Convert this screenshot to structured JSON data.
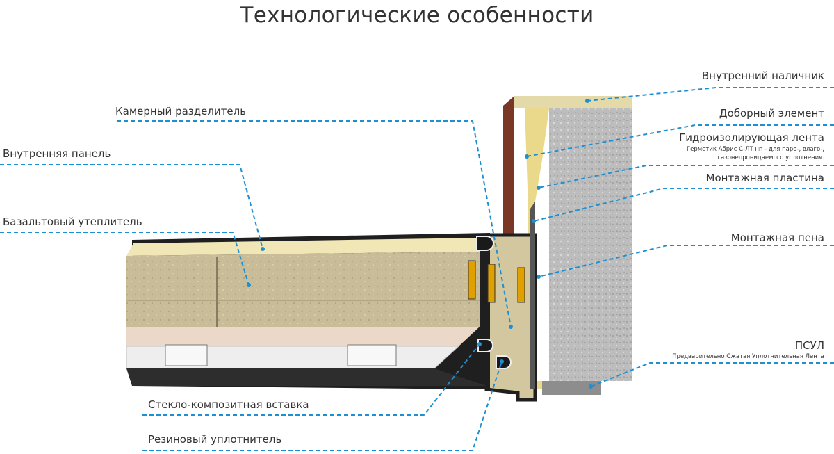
{
  "title": "Технологические особенности",
  "labels": {
    "inner_casing": "Внутренний наличник",
    "chamber_divider": "Камерный разделитель",
    "extra_element": "Доборный элемент",
    "waterproof_tape": "Гидроизолирующая лента",
    "waterproof_note_line1": "Герметик Абрис С-ЛТ нп - для паро-, влаго-,",
    "waterproof_note_line2": "газонепроницаемого уплотнения.",
    "inner_panel": "Внутренняя панель",
    "mounting_plate": "Монтажная пластина",
    "basalt_insulation": "Базальтовый утеплитель",
    "mounting_foam": "Монтажная пена",
    "psul": "ПСУЛ",
    "psul_note": "Предварительно Сжатая Уплотнительная Лента",
    "glass_insert": "Стекло-композитная вставка",
    "rubber_seal": "Резиновый уплотнитель"
  },
  "colors": {
    "leader": "#1e8fd0",
    "concrete": "#b9b9b9",
    "foam": "#ead98a",
    "basalt": "#c7bc98",
    "metal": "#1f1f1f",
    "brick": "#7a3726"
  }
}
